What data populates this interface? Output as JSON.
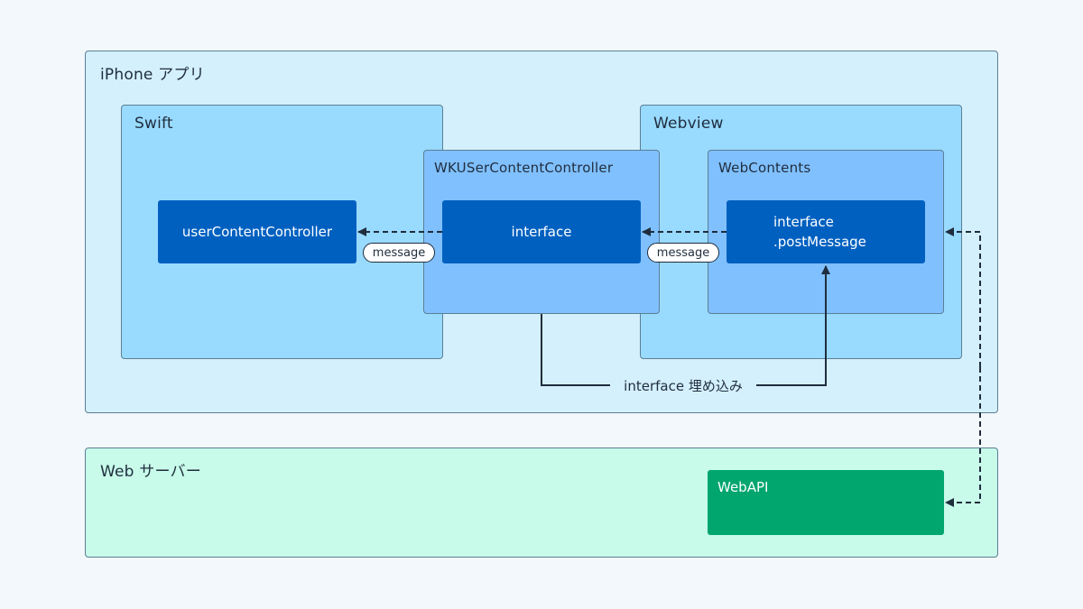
{
  "containers": {
    "iphone_app": "iPhone アプリ",
    "swift": "Swift",
    "webview": "Webview",
    "wkuser_content_controller": "WKUSerContentController",
    "web_contents": "WebContents",
    "web_server": "Web サーバー"
  },
  "nodes": {
    "user_content_controller": "userContentController",
    "interface": "interface",
    "post_message_line1": "interface",
    "post_message_line2": ".postMessage",
    "web_api": "WebAPI"
  },
  "edges": {
    "message_1": "message",
    "message_2": "message",
    "embed": "interface 埋め込み"
  },
  "colors": {
    "background": "#f3f8fd",
    "iphone_app": "#d4f0fd",
    "swift_webview": "#99daff",
    "controller_contents": "#80c0ff",
    "node": "#0060c0",
    "server": "#c8fbe9",
    "web_api": "#00a66e"
  }
}
